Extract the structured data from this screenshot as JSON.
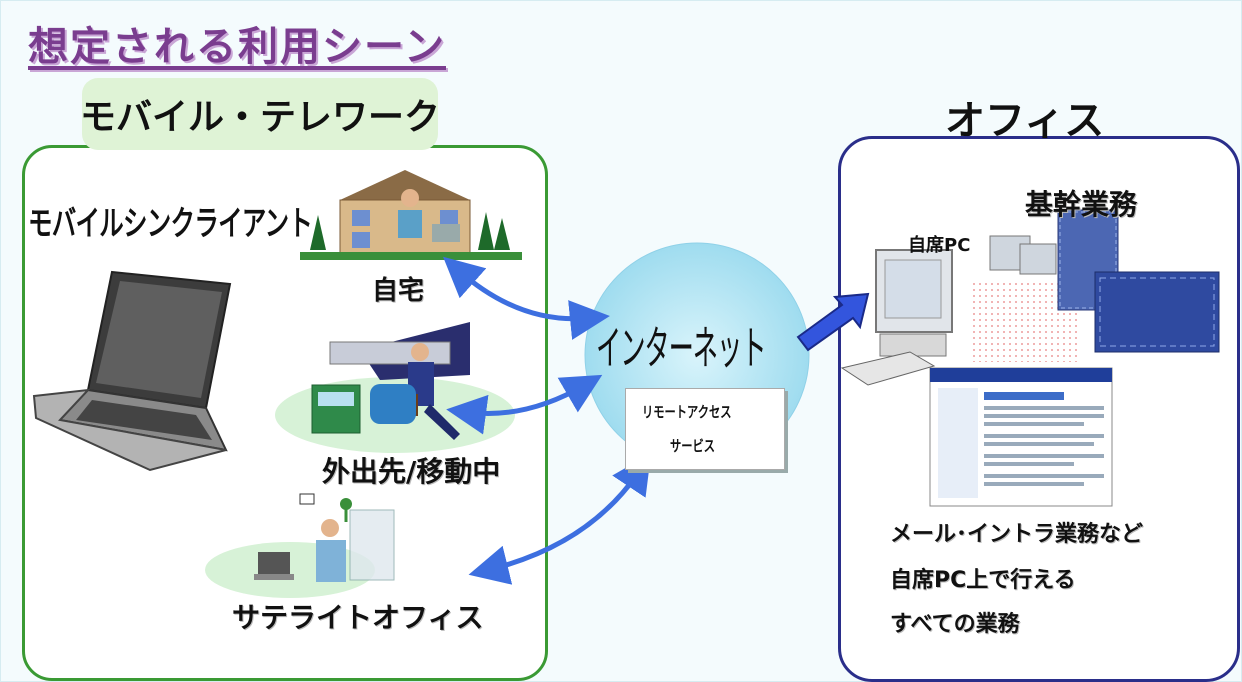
{
  "title": "想定される利用シーン",
  "mobile_section": {
    "label": "モバイル・テレワーク",
    "device_label": "モバイルシンクライアント",
    "locations": {
      "home": "自宅",
      "outside": "外出先/移動中",
      "satellite": "サテライトオフィス"
    }
  },
  "network": {
    "internet": "インターネット",
    "remote_access_line1": "リモートアクセス",
    "remote_access_line2": "サービス"
  },
  "office_section": {
    "label": "オフィス",
    "core_business": "基幹業務",
    "own_pc": "自席PC",
    "description": [
      "メール･イントラ業務など",
      "自席PC上で行える",
      "すべての業務"
    ]
  },
  "colors": {
    "title": "#7a3d8f",
    "mobile_border": "#3a9a34",
    "mobile_label_bg": "#dff3d6",
    "office_border": "#2a2e8a",
    "arrow": "#3d6fe0",
    "cloud": "#bfeaf5"
  }
}
